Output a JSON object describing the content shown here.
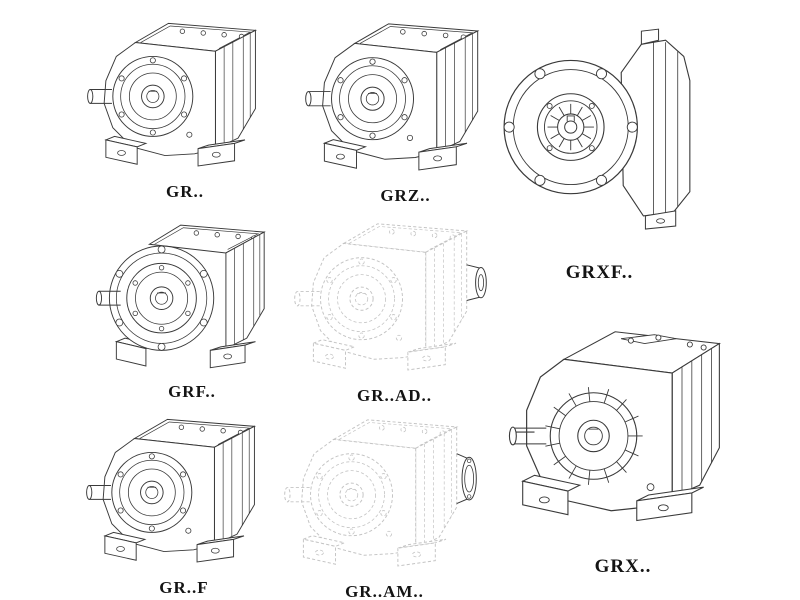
{
  "page": {
    "background": "#ffffff",
    "line_color": "#3a3a3a",
    "phantom_line_color": "#c4c4c4",
    "label_color": "#141414",
    "description": "Catalog sheet of helical gear unit technical line drawings"
  },
  "figures": [
    {
      "id": "gr",
      "label": "GR..",
      "drawing": "helical-gear-unit-foot-mounted-iso"
    },
    {
      "id": "grz",
      "label": "GRZ..",
      "drawing": "helical-gear-unit-foot-mounted-iso"
    },
    {
      "id": "grxf",
      "label": "GRXF..",
      "drawing": "helical-gear-unit-flange-front-view"
    },
    {
      "id": "grf",
      "label": "GRF..",
      "drawing": "helical-gear-unit-flange-mounted-iso"
    },
    {
      "id": "grad",
      "label": "GR..AD..",
      "drawing": "helical-gear-unit-input-adapter-phantom"
    },
    {
      "id": "grf2",
      "label": "GR..F",
      "drawing": "helical-gear-unit-foot-flange-iso"
    },
    {
      "id": "gram",
      "label": "GR..AM..",
      "drawing": "helical-gear-unit-motor-adapter-phantom"
    },
    {
      "id": "grx",
      "label": "GRX..",
      "drawing": "helical-gear-unit-large-foot-mounted-iso"
    }
  ]
}
